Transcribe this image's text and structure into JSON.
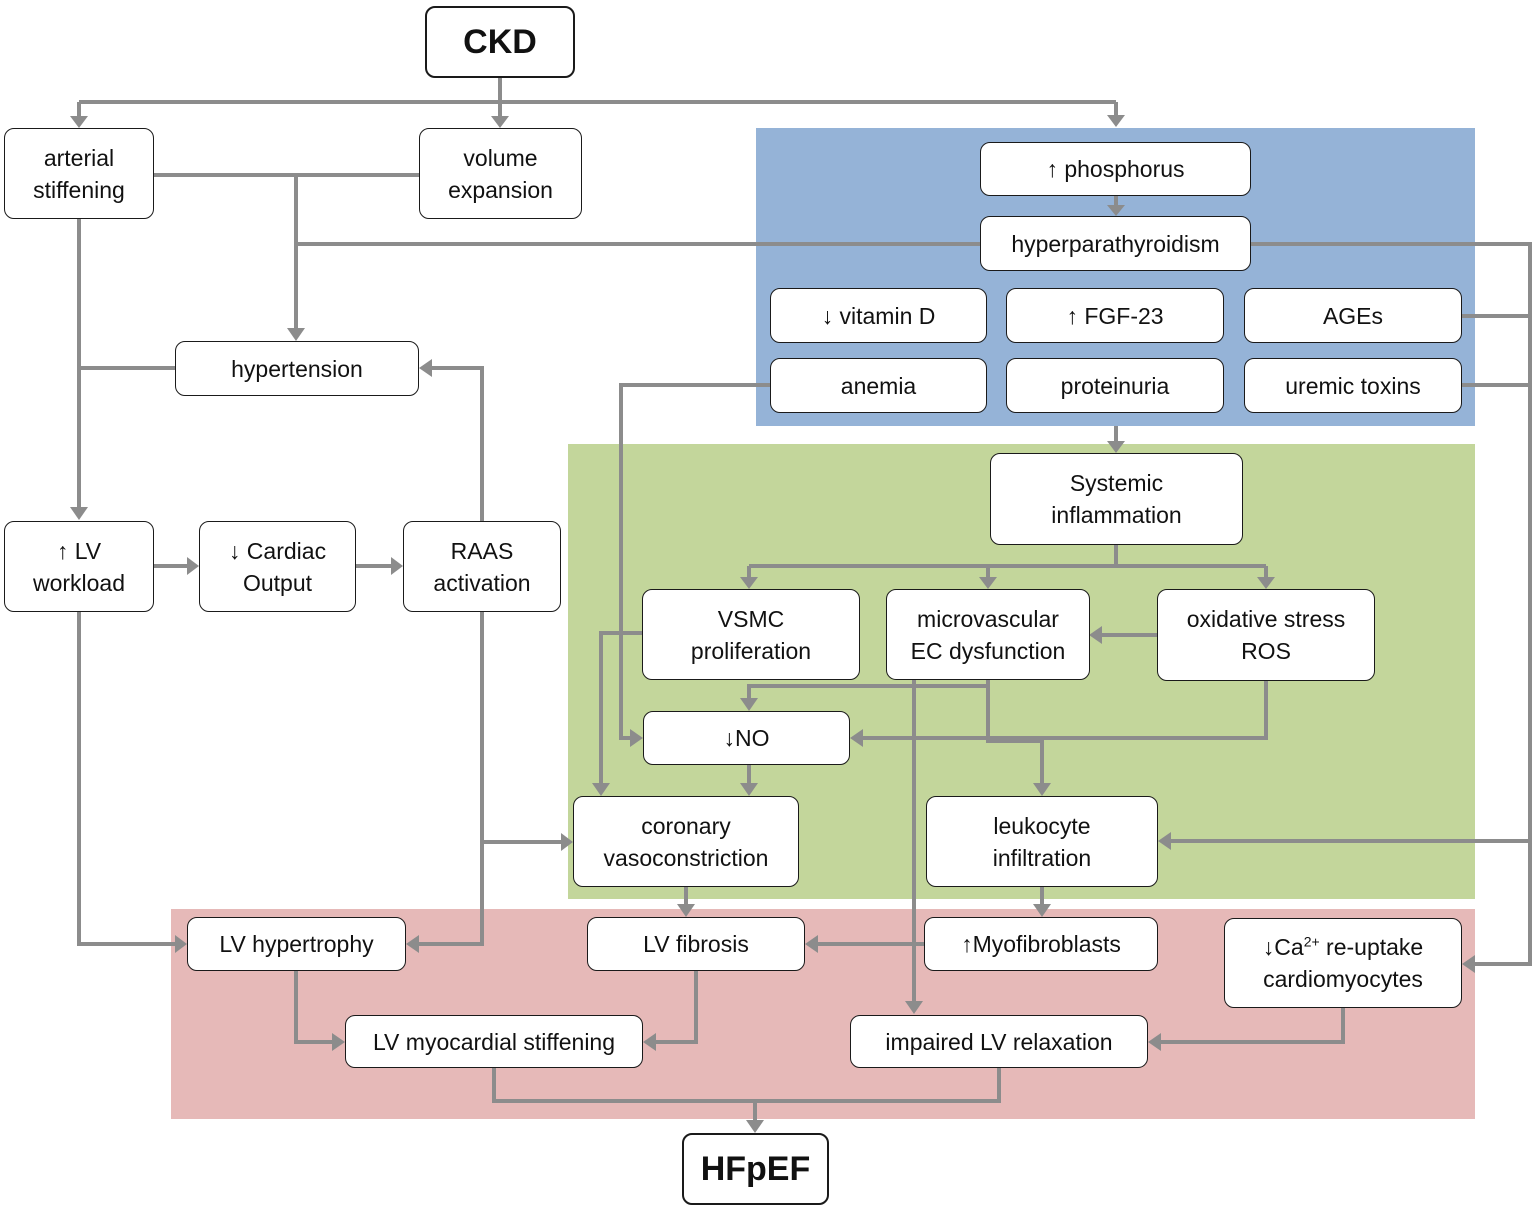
{
  "colors": {
    "region_blue": "#95b3d7",
    "region_green": "#c3d69b",
    "region_pink": "#e6b9b8",
    "arrow": "#8c8c8c",
    "box_border": "#1a1a1a"
  },
  "nodes": {
    "ckd": "CKD",
    "arterial_stiffening": [
      "arterial",
      "stiffening"
    ],
    "volume_expansion": [
      "volume",
      "expansion"
    ],
    "phosphorus": "↑ phosphorus",
    "hyperparathyroidism": "hyperparathyroidism",
    "vitamin_d": "↓ vitamin D",
    "fgf23": "↑ FGF-23",
    "ages": "AGEs",
    "anemia": "anemia",
    "proteinuria": "proteinuria",
    "uremic_toxins": "uremic toxins",
    "hypertension": "hypertension",
    "lv_workload": [
      "↑ LV",
      "workload"
    ],
    "cardiac_output": [
      "↓ Cardiac",
      "Output"
    ],
    "raas": [
      "RAAS",
      "activation"
    ],
    "systemic_inflammation": [
      "Systemic",
      "inflammation"
    ],
    "vsmc": [
      "VSMC",
      "proliferation"
    ],
    "microvascular": [
      "microvascular",
      "EC dysfunction"
    ],
    "oxidative_stress": [
      "oxidative stress",
      "ROS"
    ],
    "no": "↓NO",
    "coronary": [
      "coronary",
      "vasoconstriction"
    ],
    "leukocyte": [
      "leukocyte",
      "infiltration"
    ],
    "lv_hypertrophy": "LV hypertrophy",
    "lv_fibrosis": "LV fibrosis",
    "myofibroblasts": "↑Myofibroblasts",
    "ca_reuptake": {
      "arrow": "↓Ca",
      "sup": "2+",
      "rest": " re-uptake",
      "line2": "cardiomyocytes"
    },
    "lv_stiffening": "LV myocardial stiffening",
    "impaired_relaxation": "impaired LV relaxation",
    "hfpef": "HFpEF"
  }
}
